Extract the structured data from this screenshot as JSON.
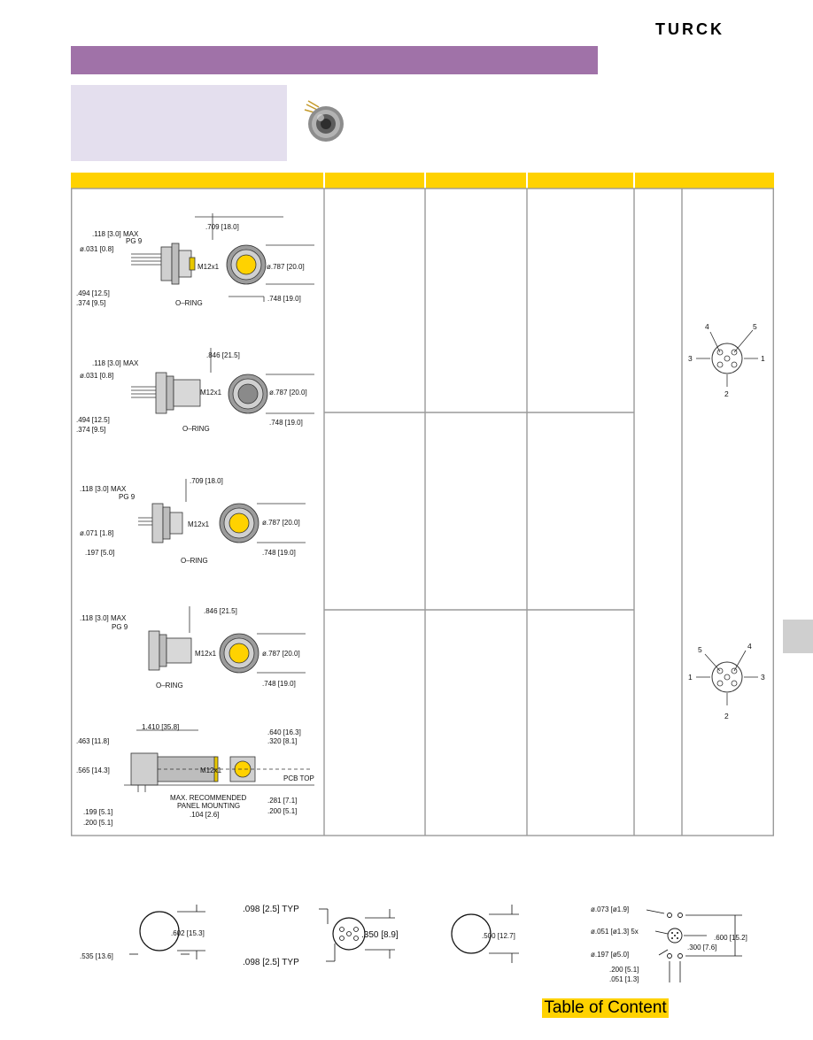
{
  "brand": {
    "logo_text": "TURCK"
  },
  "header": {
    "title": "",
    "intro": ""
  },
  "table": {
    "header_labels": [
      "",
      "",
      "",
      "",
      ""
    ],
    "drawings": [
      {
        "dims": [
          ".118 [3.0] MAX",
          "PG 9",
          "ø.031 [0.8]",
          ".709 [18.0]",
          "M12x1",
          "ø.787 [20.0]",
          ".494 [12.5]",
          ".374 [9.5]",
          "O–RING",
          ".748 [19.0]"
        ]
      },
      {
        "dims": [
          ".118 [3.0] MAX",
          "ø.031 [0.8]",
          ".846 [21.5]",
          "M12x1",
          "ø.787 [20.0]",
          ".494 [12.5]",
          ".374 [9.5]",
          "O–RING",
          ".748 [19.0]"
        ]
      },
      {
        "dims": [
          ".118 [3.0] MAX",
          "PG 9",
          ".709 [18.0]",
          "ø.071 [1.8]",
          "M12x1",
          "ø.787 [20.0]",
          ".197 [5.0]",
          "O–RING",
          ".748 [19.0]"
        ]
      },
      {
        "dims": [
          ".118 [3.0] MAX",
          "PG 9",
          ".846 [21.5]",
          "M12x1",
          "ø.787 [20.0]",
          "O–RING",
          ".748 [19.0]"
        ]
      },
      {
        "dims": [
          ".463 [11.8]",
          "1.410 [35.8]",
          ".640 [16.3]",
          ".320 [8.1]",
          ".565 [14.3]",
          "M12x1",
          "PCB TOP",
          ".281 [7.1]",
          "MAX. RECOMMENDED",
          "PANEL MOUNTING",
          ".104 [2.6]",
          ".199 [5.1]",
          ".200 [5.1]",
          ".200 [5.1]"
        ]
      }
    ],
    "pinouts": {
      "male": [
        "4",
        "5",
        "3",
        "1",
        "2"
      ],
      "female": [
        "5",
        "4",
        "1",
        "3",
        "2"
      ]
    }
  },
  "cutouts": {
    "a": [
      ".602 [15.3]",
      ".535 [13.6]"
    ],
    "b": [
      ".098  [2.5]  TYP",
      ".350  [8.9]",
      ".098  [2.5]  TYP"
    ],
    "c": [
      ".500  [12.7]"
    ],
    "d": [
      "ø.073  [ø1.9]",
      "ø.051  [ø1.3]  5x",
      ".600  [15.2]",
      ".300  [7.6]",
      "ø.197  [ø5.0]",
      ".200  [5.1]",
      ".051  [1.3]"
    ]
  },
  "footer": {
    "toc_label": "Table of Content"
  },
  "colors": {
    "title_bar": "#a072a8",
    "intro_box": "#e4dfee",
    "table_header": "#ffd200",
    "grid": "#9a9a9a",
    "side_tab": "#cfcfcf"
  }
}
